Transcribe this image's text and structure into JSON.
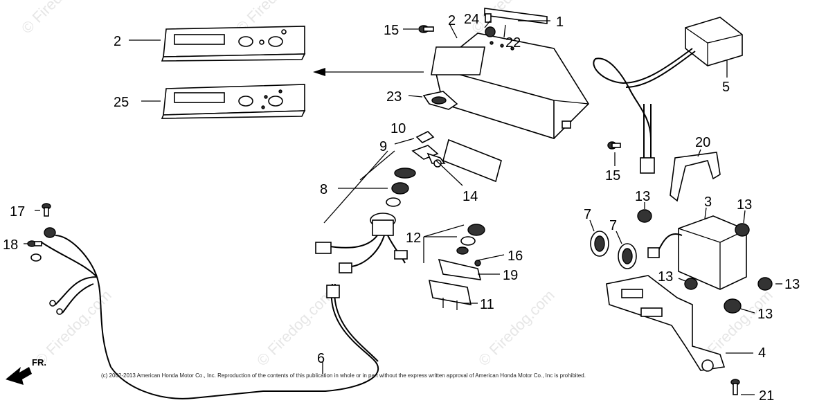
{
  "diagram": {
    "callouts": [
      "1",
      "2",
      "2",
      "3",
      "4",
      "5",
      "6",
      "7",
      "7",
      "8",
      "9",
      "10",
      "11",
      "12",
      "13",
      "13",
      "13",
      "13",
      "13",
      "14",
      "15",
      "15",
      "16",
      "17",
      "18",
      "19",
      "20",
      "21",
      "22",
      "23",
      "24",
      "25"
    ],
    "direction_label": "FR.",
    "copyright": "(c) 2002-2013 American Honda Motor Co., Inc. Reproduction of the contents of this publication in whole or in part without the express written approval of American Honda Motor Co., Inc is prohibited.",
    "watermark": "© Firedog.com"
  }
}
